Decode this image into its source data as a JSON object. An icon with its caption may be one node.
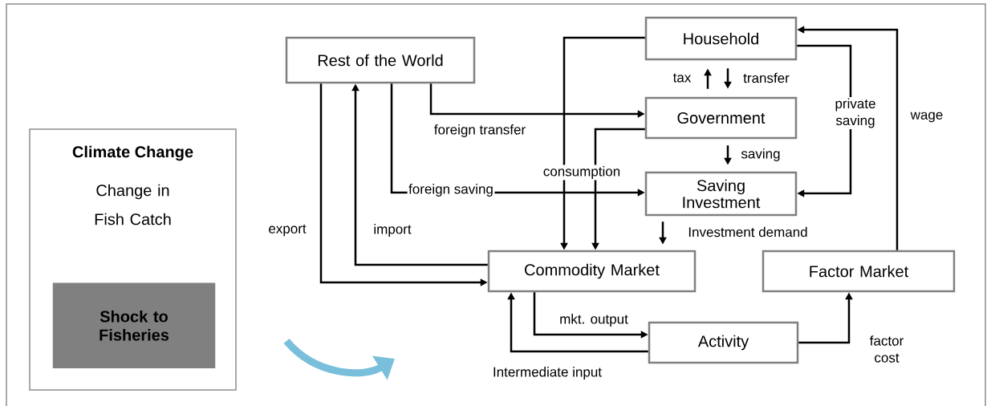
{
  "diagram": {
    "nodes": [
      {
        "text": [
          "Climate Change",
          "Change in Fish Catch"
        ]
      },
      {
        "text": [
          "Shock to Fisheries"
        ],
        "in": 0
      },
      {
        "text": [
          "Rest of the World"
        ]
      },
      {
        "text": [
          "Household"
        ]
      },
      {
        "text": [
          "Government"
        ]
      },
      {
        "text": [
          "Saving Investment"
        ]
      },
      {
        "text": [
          "Commodity Market"
        ]
      },
      {
        "text": [
          "Factor Market"
        ]
      },
      {
        "text": [
          "Activity"
        ]
      }
    ],
    "edges": [
      {
        "from": 2,
        "to": 6,
        "arrow": "to",
        "label": "export"
      },
      {
        "from": 6,
        "to": 2,
        "arrow": "to",
        "label": "import"
      },
      {
        "from": 2,
        "to": 4,
        "arrow": "to",
        "label": "foreign transfer"
      },
      {
        "from": 2,
        "to": 5,
        "arrow": "to",
        "label": "foreign saving"
      },
      {
        "from": 3,
        "to": 6,
        "arrow": "to",
        "label": "consumption"
      },
      {
        "from": 4,
        "to": 6,
        "arrow": "to"
      },
      {
        "from": 4,
        "to": 3,
        "arrow": "to",
        "label": "tax"
      },
      {
        "from": 3,
        "to": 4,
        "arrow": "to",
        "label": "transfer"
      },
      {
        "from": 4,
        "to": 5,
        "arrow": "to",
        "label": "saving"
      },
      {
        "from": 3,
        "to": 5,
        "arrow": "to",
        "label": "private saving"
      },
      {
        "from": 5,
        "to": 6,
        "arrow": "to",
        "label": "Investment demand"
      },
      {
        "from": 7,
        "to": 3,
        "arrow": "to",
        "label": "wage"
      },
      {
        "from": 6,
        "to": 8,
        "arrow": "to",
        "label": "mkt. output"
      },
      {
        "from": 8,
        "to": 6,
        "arrow": "to",
        "label": "Intermediate input"
      },
      {
        "from": 8,
        "to": 7,
        "arrow": "to",
        "label": "factor cost"
      }
    ]
  }
}
